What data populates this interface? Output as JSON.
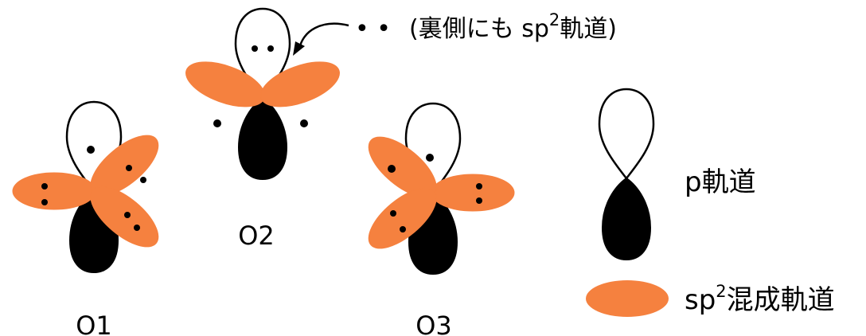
{
  "colors": {
    "hybrid_orbital": "#f5813f",
    "p_lobe_filled": "#000000",
    "p_lobe_empty": "#ffffff",
    "outline": "#000000"
  },
  "atoms": {
    "o1": {
      "label": "O1"
    },
    "o2": {
      "label": "O2"
    },
    "o3": {
      "label": "O3"
    }
  },
  "annotation": {
    "dots": "• •",
    "prefix": "(裏側にも sp",
    "sup": "2",
    "suffix": "軌道)"
  },
  "legend": {
    "p_orbital": {
      "label": "p軌道"
    },
    "sp2_orbital": {
      "prefix": "sp",
      "sup": "2",
      "suffix": "混成軌道"
    }
  }
}
